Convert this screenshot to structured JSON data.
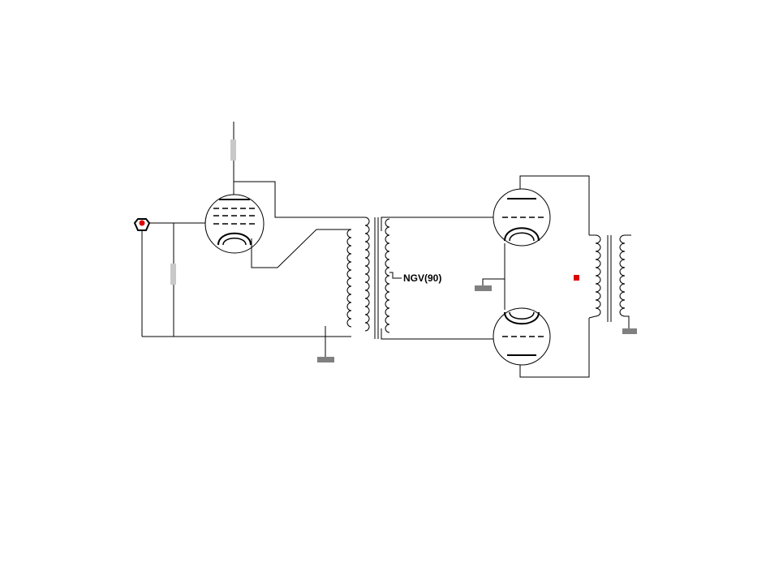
{
  "diagram": {
    "label_ngv": "NGV(90)",
    "colors": {
      "wire": "#000000",
      "resistor": "#c8c8c8",
      "ground": "#808080",
      "input_jack": "#dd0000",
      "center_tap": "#dd0000"
    },
    "components": {
      "input_jack": "input-jack",
      "driver_tube": "pentode-tube",
      "push_pull_tubes": [
        "triode-tube-top",
        "triode-tube-bottom"
      ],
      "interstage_transformer": "center-tapped-transformer",
      "output_transformer": "output-transformer",
      "grounds": 3,
      "resistors": 2
    }
  }
}
